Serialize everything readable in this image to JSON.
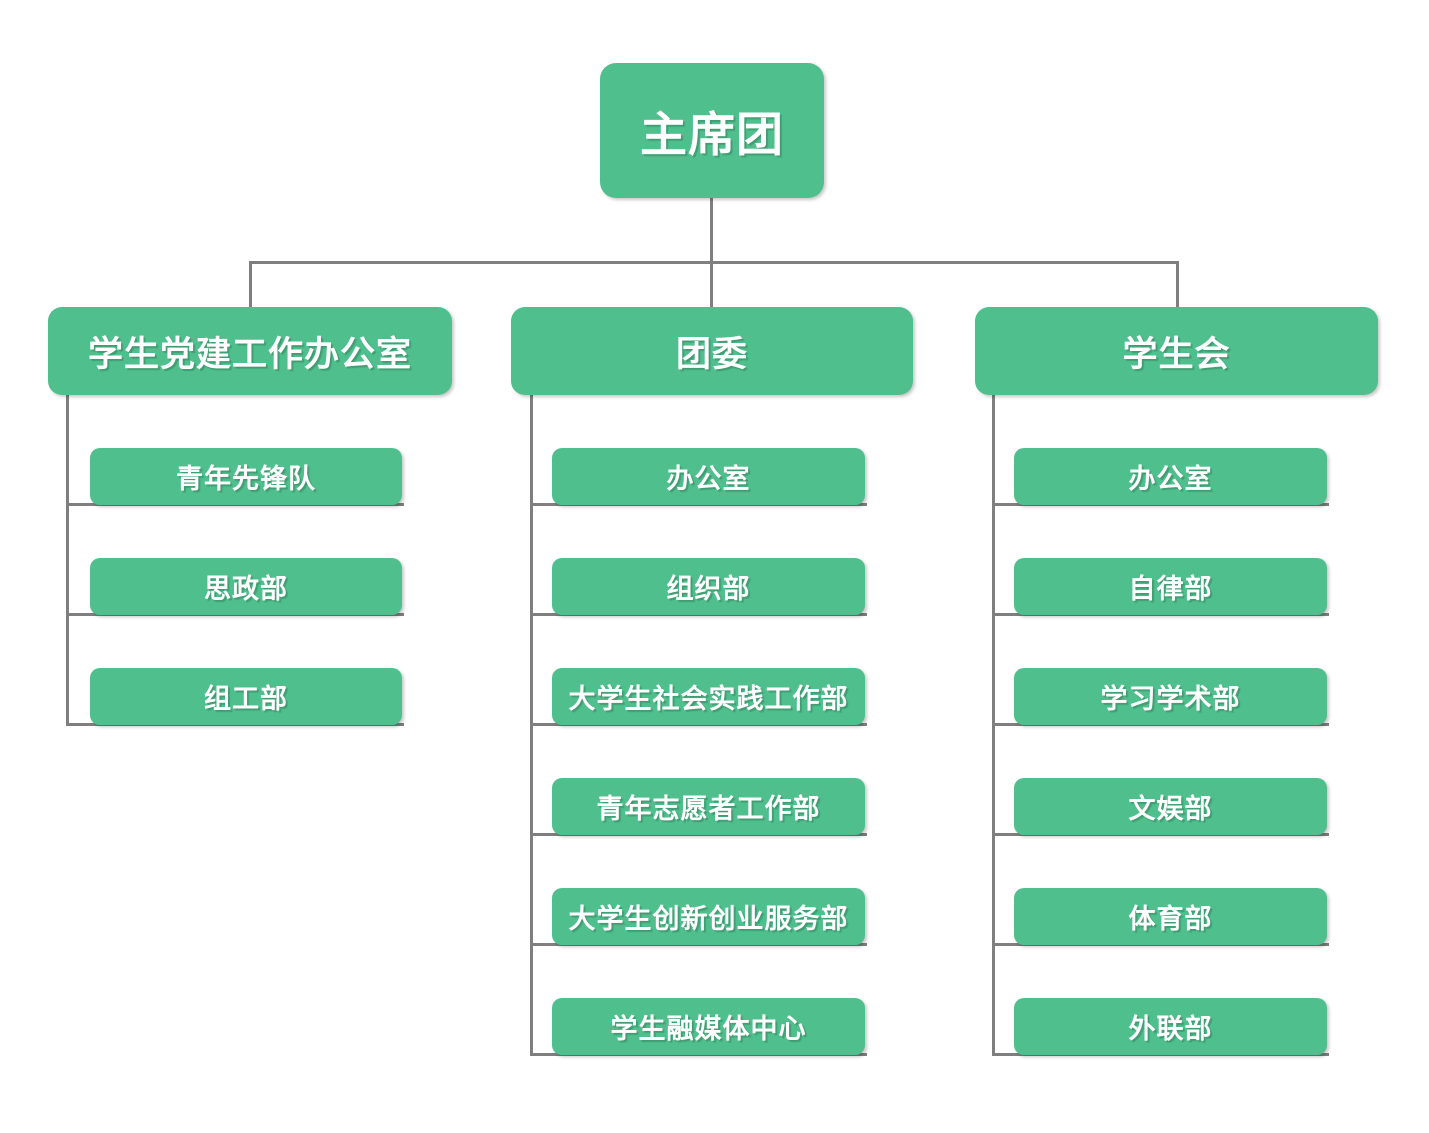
{
  "chart": {
    "type": "org-chart",
    "root_label": "主席团",
    "branches": [
      {
        "label": "学生党建工作办公室",
        "children": [
          "青年先锋队",
          "思政部",
          "组工部"
        ]
      },
      {
        "label": "团委",
        "children": [
          "办公室",
          "组织部",
          "大学生社会实践工作部",
          "青年志愿者工作部",
          "大学生创新创业服务部",
          "学生融媒体中心"
        ]
      },
      {
        "label": "学生会",
        "children": [
          "办公室",
          "自律部",
          "学习学术部",
          "文娱部",
          "体育部",
          "外联部"
        ]
      }
    ]
  },
  "colors": {
    "node_fill": "#4fc08d",
    "node_text": "#ffffff",
    "connector": "#7f7f7f",
    "background": "#ffffff"
  }
}
